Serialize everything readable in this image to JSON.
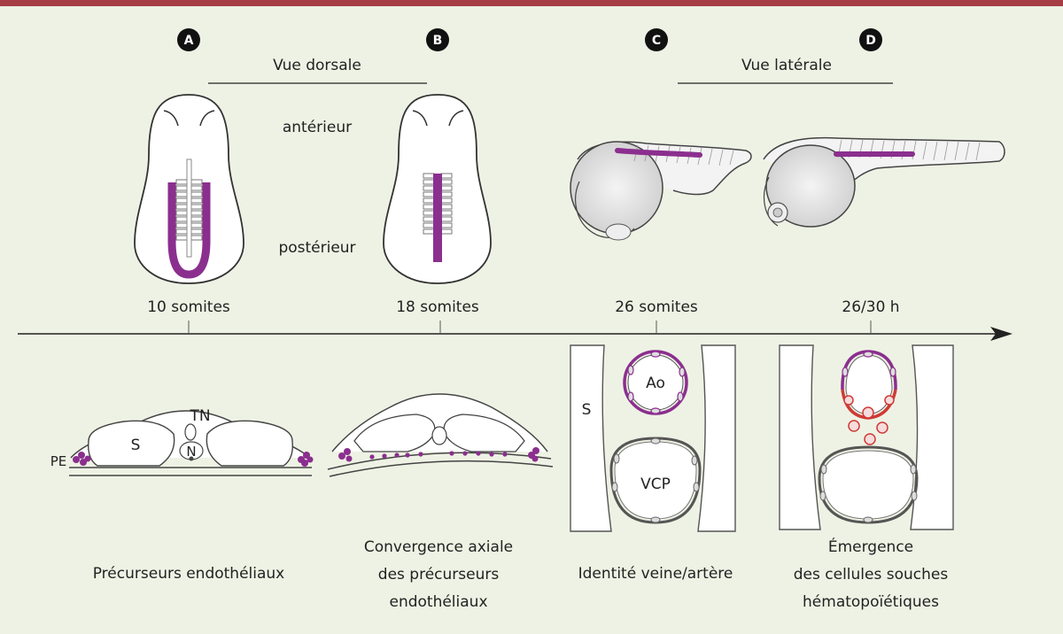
{
  "colors": {
    "accent": "#a63c44",
    "vessel": "#8b2f8f",
    "blood": "#d03a35",
    "background": "#eef2e4"
  },
  "panels": {
    "a": {
      "letter": "A",
      "stage": "10 somites",
      "caption": "Précurseurs endothéliaux"
    },
    "b": {
      "letter": "B",
      "stage": "18 somites",
      "caption_line1": "Convergence axiale",
      "caption_line2": "des précurseurs",
      "caption_line3": "endothéliaux"
    },
    "c": {
      "letter": "C",
      "stage": "26 somites",
      "caption": "Identité veine/artère"
    },
    "d": {
      "letter": "D",
      "stage": "26/30 h",
      "caption_line1": "Émergence",
      "caption_line2": "des cellules souches",
      "caption_line3": "hématopoïétiques"
    }
  },
  "views": {
    "dorsal": "Vue dorsale",
    "lateral": "Vue latérale"
  },
  "axis_labels": {
    "anterior": "antérieur",
    "posterior": "postérieur"
  },
  "labels": {
    "tn": "TN",
    "s": "S",
    "n": "N",
    "pe": "PE",
    "s_right": "S",
    "ao": "Ao",
    "vcp": "VCP"
  }
}
